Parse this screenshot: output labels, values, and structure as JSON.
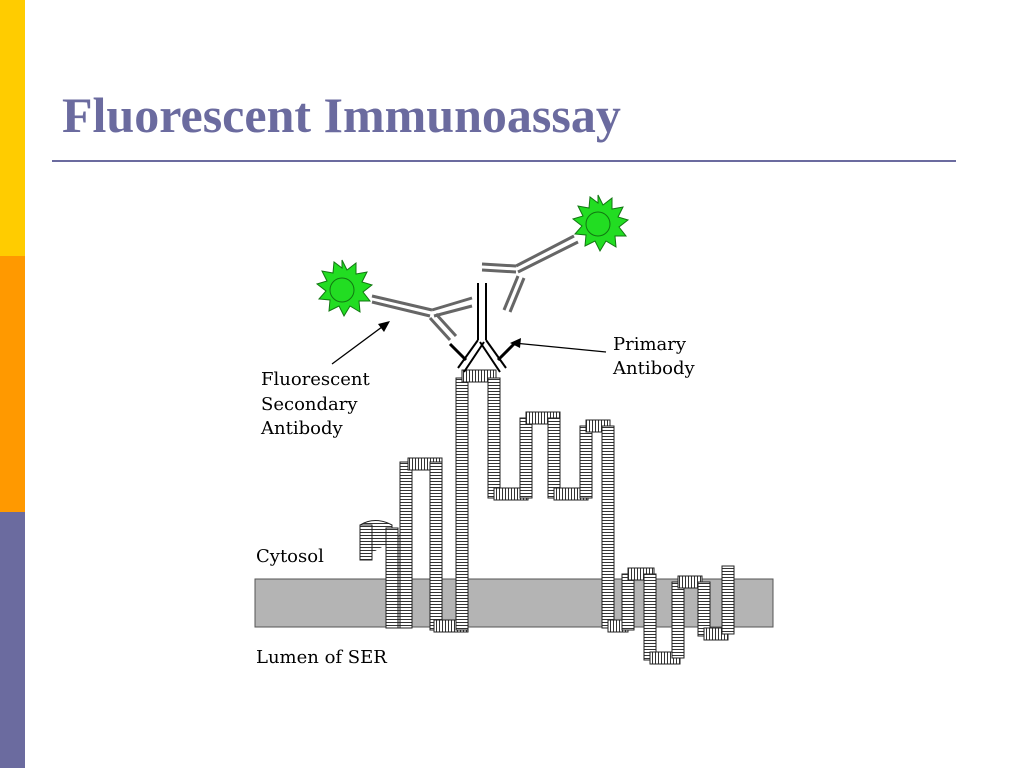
{
  "slide": {
    "title": "Fluorescent Immunoassay",
    "accent_colors": {
      "title": "#6b6b9f",
      "bar_top": "#ffcc00",
      "bar_middle": "#ff9900",
      "bar_bottom": "#6b6b9f"
    }
  },
  "diagram": {
    "fluorophore_color": "#22dd22",
    "membrane_color": "#b4b4b4",
    "labels": {
      "secondary_line1": "Fluorescent",
      "secondary_line2": "Secondary",
      "secondary_line3": "Antibody",
      "primary_line1": "Primary",
      "primary_line2": "Antibody",
      "cytosol": "Cytosol",
      "lumen": "Lumen of SER"
    }
  }
}
